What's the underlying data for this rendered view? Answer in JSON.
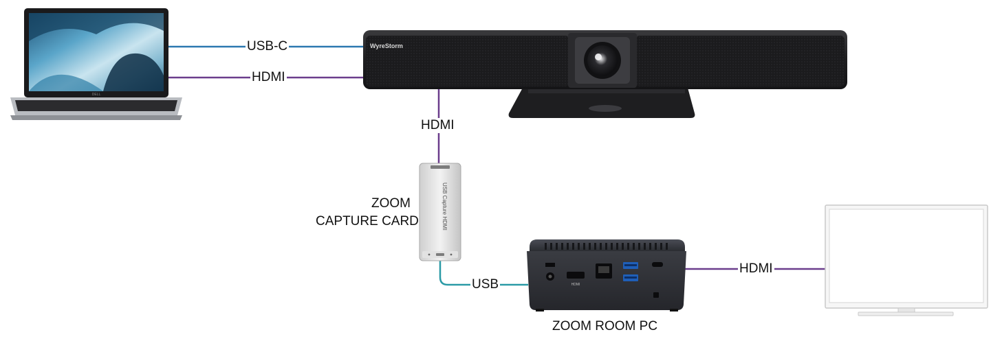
{
  "diagram": {
    "connections": {
      "laptop_usbc": "USB-C",
      "laptop_hdmi": "HDMI",
      "soundbar_hdmi": "HDMI",
      "capture_usb": "USB",
      "pc_display_hdmi": "HDMI"
    },
    "devices": {
      "laptop": {
        "logo": "DELL"
      },
      "soundbar": {
        "brand": "WyreStorm"
      },
      "capture_card": {
        "caption_line1": "ZOOM",
        "caption_line2": "CAPTURE CARD",
        "body_text": "USB Capture HDMI"
      },
      "pc": {
        "caption": "ZOOM ROOM PC",
        "port_hdmi": "HDMI"
      },
      "display": {}
    },
    "colors": {
      "usb_cable": "#1f6fa8",
      "usbc_cable": "#2b78b0",
      "hdmi_cable": "#6b3d8c",
      "capture_usb_cable": "#2a9aa6"
    }
  }
}
